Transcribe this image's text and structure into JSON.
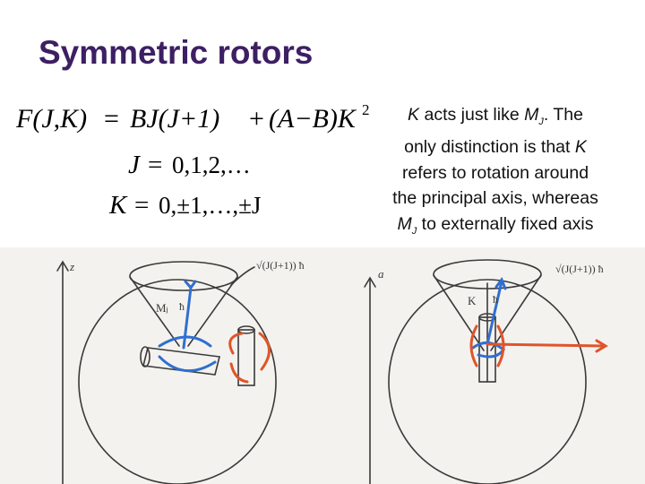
{
  "title": "Symmetric rotors",
  "equations": {
    "energy": {
      "lhs": "F(J,K)",
      "term1": "BJ(J+1)",
      "term2": "(A−B)K",
      "exp": "2"
    },
    "j_values": {
      "lhs": "J",
      "values": "0,1,2,…"
    },
    "k_values": {
      "lhs": "K",
      "values": "0,±1,…,±J"
    }
  },
  "description": {
    "k_symbol": "K",
    "line1_rest": "acts just like",
    "mj_symbol": "M",
    "mj_sub": "J",
    "line1_end": ". The",
    "line2": "only distinction is that",
    "line3": "refers to rotation around",
    "line4": "the principal axis, whereas",
    "line5_end": "to externally fixed axis"
  },
  "left_figure": {
    "axis_label": "z",
    "cone_label": "√(J(J+1)) ħ",
    "mj_label": "Mⱼ",
    "hbar_label": "ħ"
  },
  "right_figure": {
    "axis_label": "a",
    "cone_label": "√(J(J+1)) ħ",
    "k_label": "K",
    "hbar_label": "ħ"
  },
  "colors": {
    "title": "#3d1f63",
    "blue_arrow": "#2f6fd0",
    "orange_arrow": "#e0542a",
    "sketch_line": "#3a3a3a",
    "paper": "#f4f2ee"
  }
}
